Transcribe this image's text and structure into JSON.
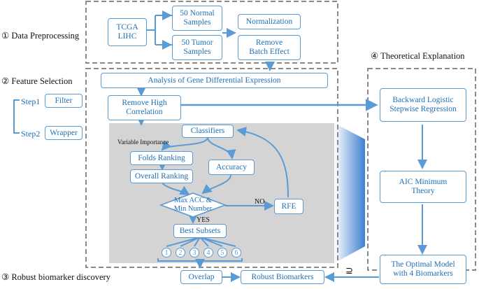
{
  "sections": {
    "preprocessing": "① Data Preprocessing",
    "feature_selection": "② Feature Selection",
    "robust": "③ Robust biomarker discovery",
    "theory": "④ Theoretical Explanation"
  },
  "preprocessing": {
    "tcga": "TCGA\nLIHC",
    "normal": "50 Normal\nSamples",
    "tumor": "50 Tumor\nSamples",
    "normalization": "Normalization",
    "batch": "Remove\nBatch Effect"
  },
  "steps": {
    "step1": "Step1",
    "filter": "Filter",
    "step2": "Step2",
    "wrapper": "Wrapper"
  },
  "feature": {
    "analysis": "Analysis of Gene Differential Expression",
    "remove_corr": "Remove High\nCorrelation",
    "classifiers": "Classifiers",
    "var_importance": "Variable Importance",
    "folds": "Folds Ranking",
    "overall": "Overall Ranking",
    "accuracy": "Accuracy",
    "max_acc": "Max ACC &\nMin Number",
    "no": "NO",
    "yes": "YES",
    "rfe": "RFE",
    "best": "Best Subsets",
    "subsets": [
      "1",
      "2",
      "3",
      "4",
      "5",
      "6"
    ]
  },
  "theory": {
    "backward": "Backward Logistic\nStepwise  Regression",
    "aic": "AIC Minimum\nTheory",
    "optimal": "The Optimal Model\nwith 4 Biomarkers"
  },
  "robust": {
    "overlap": "Overlap",
    "biomarkers": "Robust Biomarkers",
    "superset_symbol": "⊇"
  }
}
